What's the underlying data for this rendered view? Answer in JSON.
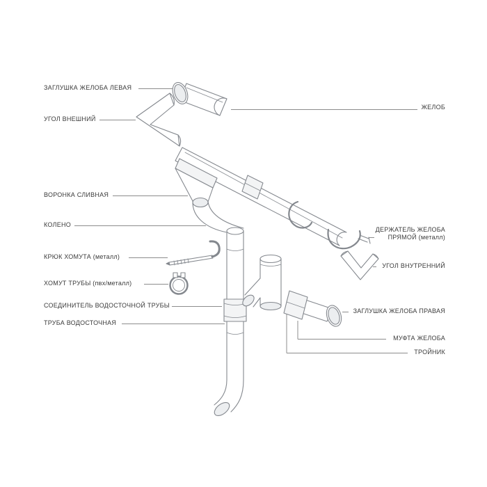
{
  "page": {
    "background_color": "#ffffff"
  },
  "colors": {
    "art_stroke": "#84888e",
    "label_text": "#3b3b3b",
    "leader_line": "#8c8c8c",
    "fill_light": "#eceef0"
  },
  "labels": {
    "left": [
      {
        "text": "ЗАГЛУШКА ЖЕЛОБА ЛЕВАЯ"
      },
      {
        "text": "УГОЛ ВНЕШНИЙ"
      },
      {
        "text": "ВОРОНКА СЛИВНАЯ"
      },
      {
        "text": "КОЛЕНО"
      },
      {
        "text": "КРЮК ХОМУТА (металл)"
      },
      {
        "text": "ХОМУТ ТРУБЫ (пвх/металл)"
      },
      {
        "text": "СОЕДИНИТЕЛЬ ВОДОСТОЧНОЙ ТРУБЫ"
      },
      {
        "text": "ТРУБА ВОДОСТОЧНАЯ"
      }
    ],
    "right": [
      {
        "text": "ЖЕЛОБ"
      },
      {
        "text": "ДЕРЖАТЕЛЬ ЖЕЛОБА ПРЯМОЙ (металл)"
      },
      {
        "text": "УГОЛ ВНУТРЕННИЙ"
      },
      {
        "text": "ЗАГЛУШКА ЖЕЛОБА ПРАВАЯ"
      },
      {
        "text": "МУФТА ЖЕЛОБА"
      },
      {
        "text": "ТРОЙНИК"
      }
    ]
  }
}
